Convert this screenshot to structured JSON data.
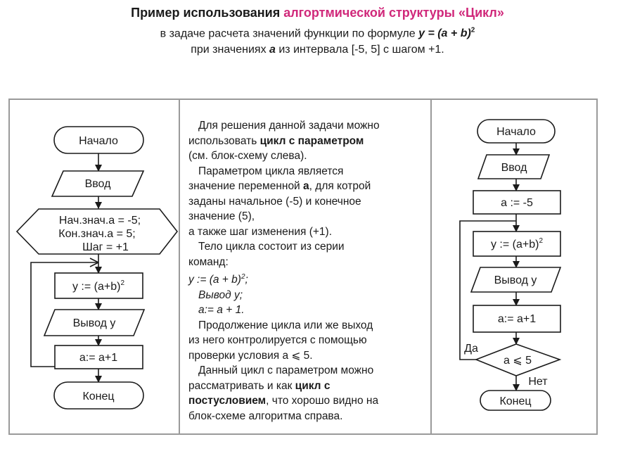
{
  "header": {
    "title_prefix": "Пример использования ",
    "title_accent": "алгортмической структуры «Цикл»",
    "subtitle1_prefix": "в задаче расчета значений функции по формуле ",
    "subtitle1_formula": "y = (a + b)",
    "subtitle1_power": "2",
    "subtitle2_prefix": "при значениях ",
    "subtitle2_var": "a",
    "subtitle2_suffix": " из интервала [-5, 5] с шагом +1.",
    "accent_color": "#d0287a"
  },
  "left_flowchart": {
    "start": "Начало",
    "input": "Ввод",
    "loop_line1": "Нач.знач.а = -5;",
    "loop_line2": "Кон.знач.а = 5;",
    "loop_line3": "Шаг = +1",
    "assign": "y := (a+b)",
    "assign_power": "2",
    "output": "Вывод y",
    "increment": "a:= a+1",
    "end": "Конец"
  },
  "middle_text": {
    "p1_l1": "Для решения данной задачи можно",
    "p1_l2a": "использовать ",
    "p1_l2b": "цикл с параметром",
    "p1_l3": "(см. блок-схему слева).",
    "p2_l1": "Параметром цикла является",
    "p2_l2a": "значение переменной ",
    "p2_l2b": "а",
    "p2_l2c": ", для котрой",
    "p2_l3": "заданы начальное (-5) и конечное",
    "p2_l4": "значение (5),",
    "p2_l5": "а также шаг изменения (+1).",
    "p3_l1": "Тело цикла состоит из серии",
    "p3_l2": "команд:",
    "cmd1": "y := (a + b)",
    "cmd1_power": "2",
    "cmd1_end": ";",
    "cmd2": "Вывод y;",
    "cmd3": "a:= a + 1.",
    "p4_l1": "Продолжение цикла или же выход",
    "p4_l2": "из него контролируется с помощью",
    "p4_l3": "проверки условия а ⩽ 5.",
    "p5_l1": "Данный цикл с параметром можно",
    "p5_l2a": "рассматривать и как ",
    "p5_l2b": "цикл с",
    "p5_l3a": "постусловием",
    "p5_l3b": ", что хорошо видно на",
    "p5_l4": "блок-схеме алгоритма справа."
  },
  "right_flowchart": {
    "start": "Начало",
    "input": "Ввод",
    "init": "a := -5",
    "assign": "y := (a+b)",
    "assign_power": "2",
    "output": "Вывод y",
    "increment": "a:= a+1",
    "condition": "a ⩽ 5",
    "yes_label": "Да",
    "no_label": "Нет",
    "end": "Конец"
  }
}
